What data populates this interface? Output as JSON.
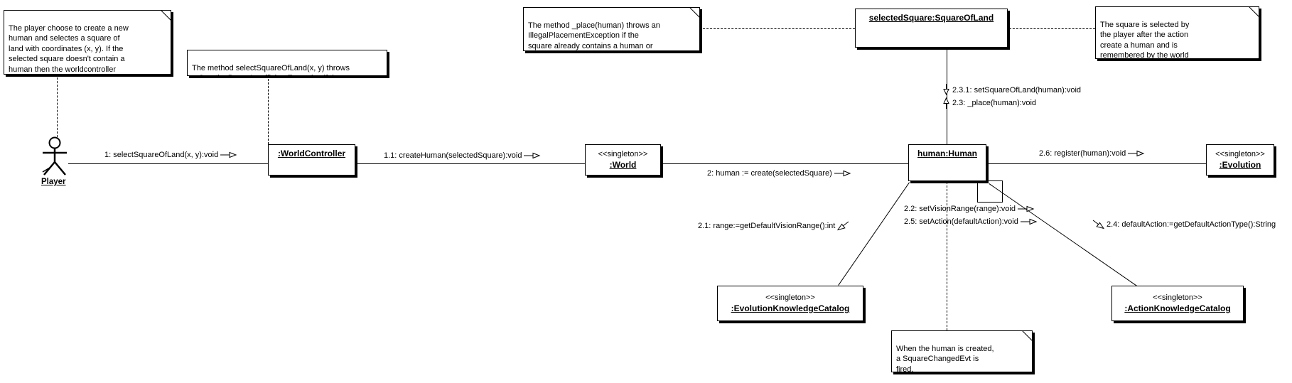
{
  "diagram": {
    "actor": {
      "label": "Player"
    },
    "objects": [
      {
        "id": "selected-square",
        "stereotype": "",
        "name": "selectedSquare:SquareOfLand"
      },
      {
        "id": "world-controller",
        "stereotype": "",
        "name": ":WorldController"
      },
      {
        "id": "world",
        "stereotype": "<<singleton>>",
        "name": ":World"
      },
      {
        "id": "human",
        "stereotype": "",
        "name": "human:Human"
      },
      {
        "id": "evolution",
        "stereotype": "<<singleton>>",
        "name": ":Evolution"
      },
      {
        "id": "evolution-knowledge-catalog",
        "stereotype": "<<singleton>>",
        "name": ":EvolutionKnowledgeCatalog"
      },
      {
        "id": "action-knowledge-catalog",
        "stereotype": "<<singleton>>",
        "name": ":ActionKnowledgeCatalog"
      }
    ],
    "notes": [
      {
        "id": "note-player-choose",
        "text": "The player choose to create a new\nhuman and selectes a square of\nland with coordinates (x, y). If the\nselected square doesn't contain a\nhuman then the worldcontroller\nwill try to create a new human on"
      },
      {
        "id": "note-select-method",
        "text": "The method selectSquareOfLand(x, y) throws\na CreationPowerInsufficientException if the\ncreation power is not enough"
      },
      {
        "id": "note-place-method",
        "text": "The method _place(human) throws an\nIllegalPlacementException if the\nsquare already contains a human or\nthe square is not yet explored."
      },
      {
        "id": "note-square-selected",
        "text": "The square is selected by\nthe player after the action\ncreate a human and is\nremembered by the world"
      },
      {
        "id": "note-square-changed",
        "text": "When the human is created,\na SquareChangedEvt is\nfired."
      }
    ],
    "messages": [
      {
        "seq": "1",
        "label": "1: selectSquareOfLand(x, y):void",
        "direction": "right"
      },
      {
        "seq": "1.1",
        "label": "1.1: createHuman(selectedSquare):void",
        "direction": "right"
      },
      {
        "seq": "2",
        "label": "2: human := create(selectedSquare)",
        "direction": "right"
      },
      {
        "seq": "2.3.1",
        "label": "2.3.1: setSquareOfLand(human):void",
        "direction": "down"
      },
      {
        "seq": "2.3",
        "label": "2.3: _place(human):void",
        "direction": "up"
      },
      {
        "seq": "2.6",
        "label": "2.6: register(human):void",
        "direction": "right"
      },
      {
        "seq": "2.2",
        "label": "2.2: setVisionRange(range):void",
        "direction": "right"
      },
      {
        "seq": "2.5",
        "label": "2.5: setAction(defaultAction):void",
        "direction": "right"
      },
      {
        "seq": "2.1",
        "label": "2.1: range:=getDefaultVisionRange():int",
        "direction": "down-left"
      },
      {
        "seq": "2.4",
        "label": "2.4: defaultAction:=getDefaultActionType():String",
        "direction": "down-right"
      }
    ],
    "colors": {
      "foreground": "#000000",
      "background": "#ffffff"
    }
  }
}
